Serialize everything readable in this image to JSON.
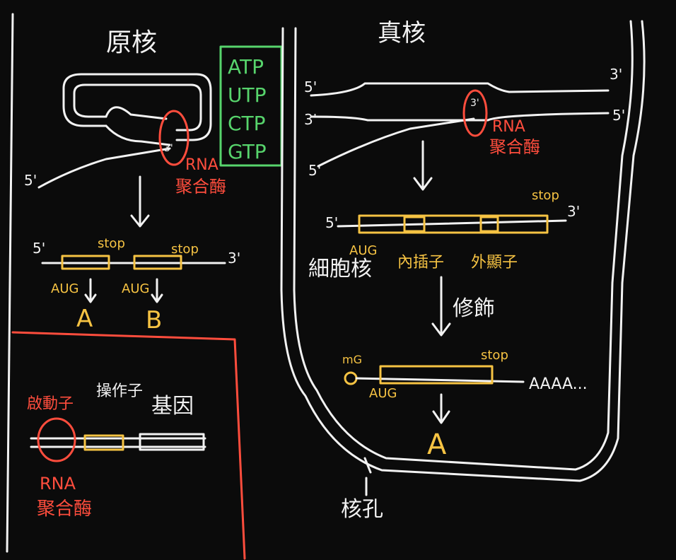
{
  "colors": {
    "board": "#0b0b0b",
    "chalk_white": "#f2f2f2",
    "chalk_orange": "#f6c343",
    "chalk_red": "#ff4d3d",
    "chalk_green": "#57d46c"
  },
  "prokaryote": {
    "title": "原核",
    "five_prime_top": "5'",
    "rna_pol_label_line1": "RNA",
    "rna_pol_label_line2": "聚合酶",
    "three_prime_small": "3'",
    "mrna_five": "5'",
    "mrna_three": "3'",
    "stop1": "stop",
    "stop2": "stop",
    "aug1": "AUG",
    "aug2": "AUG",
    "protein_a": "A",
    "protein_b": "B"
  },
  "nucleotides": [
    "ATP",
    "UTP",
    "CTP",
    "GTP"
  ],
  "operon": {
    "promoter": "啟動子",
    "operator": "操作子",
    "gene": "基因",
    "rna_pol_line1": "RNA",
    "rna_pol_line2": "聚合酶"
  },
  "eukaryote": {
    "title": "真核",
    "five_prime_left": "5'",
    "three_prime_left": "3'",
    "five_prime_bottom": "5'",
    "three_prime_right": "3'",
    "five_prime_right": "5'",
    "three_prime_small": "3'",
    "rna_pol_line1": "RNA",
    "rna_pol_line2": "聚合酶",
    "premrna_five": "5'",
    "premrna_three": "3'",
    "stop": "stop",
    "aug": "AUG",
    "intron": "內插子",
    "exon": "外顯子",
    "modification": "修飾",
    "cap": "mG",
    "stop2": "stop",
    "aug2": "AUG",
    "polya": "AAAA...",
    "protein": "A",
    "nucleus": "細胞核",
    "nuclear_pore": "核孔"
  }
}
